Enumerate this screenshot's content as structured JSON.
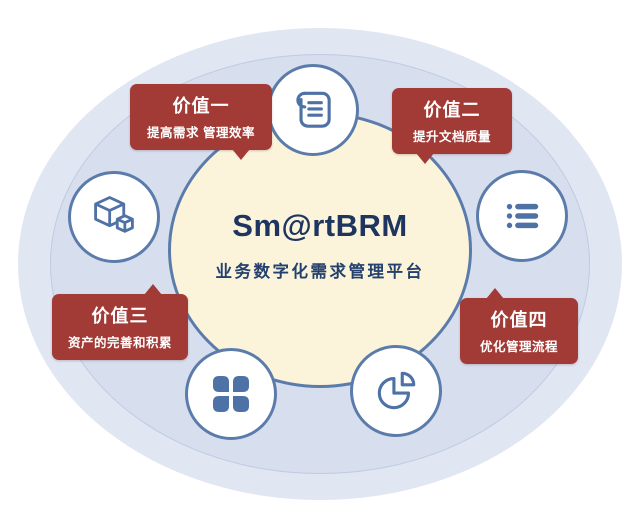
{
  "diagram": {
    "title": "Sm@rtBRM",
    "subtitle": "业务数字化需求管理平台",
    "colors": {
      "accent_blue": "#5b7cab",
      "icon_blue": "#4e72a6",
      "badge_red": "#a23a36",
      "inner_fill": "#fbf4da",
      "outer_fill": "#e1e6f3",
      "title_navy": "#1e3560"
    },
    "values": [
      {
        "title": "价值一",
        "desc": "提高需求 管理效率"
      },
      {
        "title": "价值二",
        "desc": "提升文档质量"
      },
      {
        "title": "价值三",
        "desc": "资产的完善和积累"
      },
      {
        "title": "价值四",
        "desc": "优化管理流程"
      }
    ],
    "icons": [
      "scroll-icon",
      "list-icon",
      "box-icon",
      "clover-icon",
      "pie-icon"
    ]
  }
}
